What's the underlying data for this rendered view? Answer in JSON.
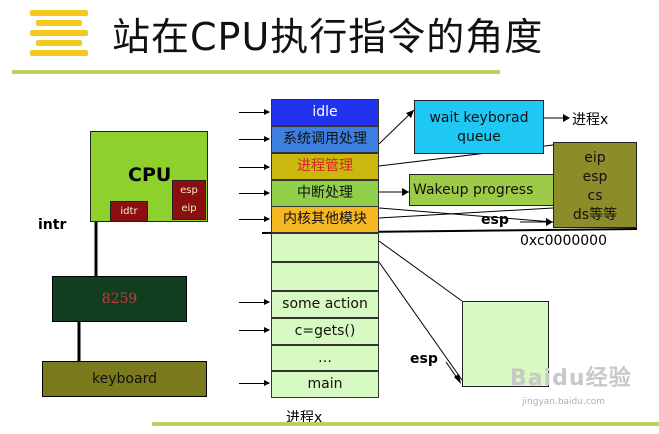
{
  "title": "站在CPU执行指令的角度",
  "cpu": {
    "label": "CPU",
    "idtr": "idtr",
    "esp": "esp",
    "eip": "eip"
  },
  "intr": "intr",
  "chip": "8259",
  "keyboard": "keyboard",
  "kernel_cells": [
    "idle",
    "系统调用处理",
    "进程管理",
    "中断处理",
    "内核其他模块"
  ],
  "kernel_colors": [
    "#2233f0",
    "#3d7fe0",
    "#c9b80e",
    "#8fcf4a",
    "#f5b823"
  ],
  "kernel_text_colors": [
    "#ffffff",
    "#111111",
    "#d7232b",
    "#111111",
    "#111111"
  ],
  "user_cells": [
    "",
    "",
    "some action",
    "c=gets()",
    "…",
    "main"
  ],
  "wait_queue": [
    "wait keyborad",
    "queue"
  ],
  "process_x_top": "进程x",
  "wakeup": "Wakeup progress",
  "stack_values": [
    "eip",
    "esp",
    "cs",
    "ds等等"
  ],
  "esp_label_kernel": "esp",
  "address": "0xc0000000",
  "esp_label_user": "esp",
  "process_x_bottom": "进程x",
  "watermark": {
    "main": "Baidu经验",
    "sub": "jingyan.baidu.com"
  }
}
